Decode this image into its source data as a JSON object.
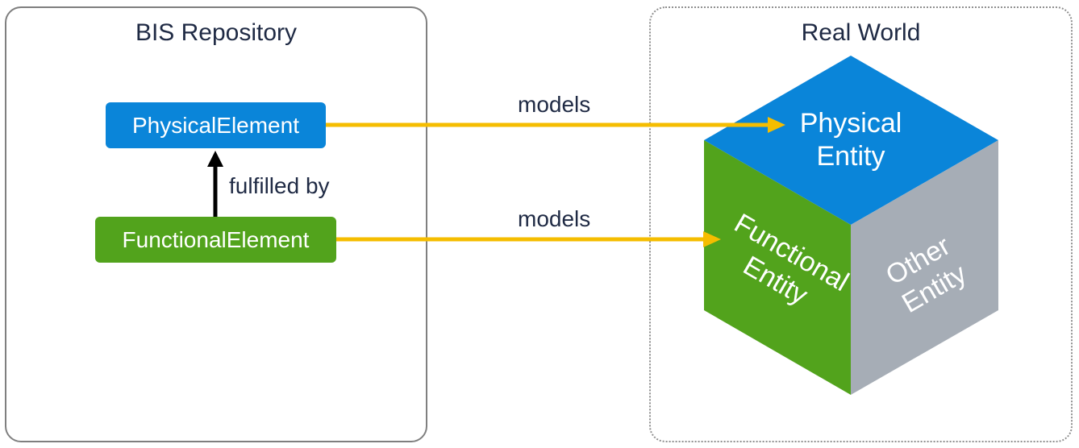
{
  "panels": {
    "left_title": "BIS Repository",
    "right_title": "Real World"
  },
  "nodes": {
    "physical": "PhysicalElement",
    "functional": "FunctionalElement"
  },
  "edges": {
    "fulfilled_by": "fulfilled by",
    "models_top": "models",
    "models_bottom": "models"
  },
  "cube": {
    "top_line1": "Physical",
    "top_line2": "Entity",
    "left_line1": "Functional",
    "left_line2": "Entity",
    "right_line1": "Other",
    "right_line2": "Entity"
  },
  "colors": {
    "physical_blue": "#0a85d9",
    "functional_green": "#52a31c",
    "other_gray": "#a6adb6",
    "arrow_yellow": "#f5bd00",
    "arrow_black": "#000000"
  }
}
